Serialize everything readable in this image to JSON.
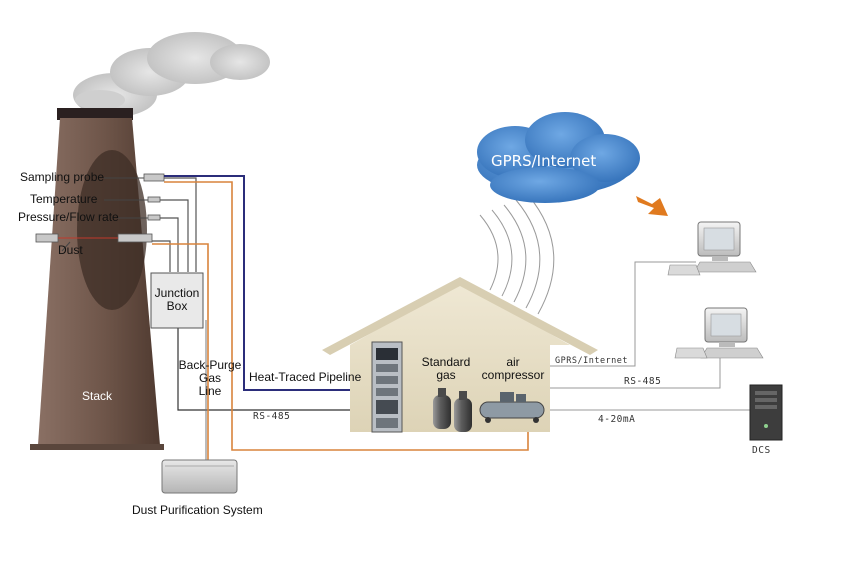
{
  "cloud": {
    "label": "GPRS/Internet"
  },
  "stack": {
    "label": "Stack",
    "sensors": {
      "sampling_probe": "Sampling probe",
      "temperature": "Temperature",
      "pressure_flow": "Pressure/Flow rate",
      "dust": "Dust"
    },
    "junction_box_line1": "Junction",
    "junction_box_line2": "Box"
  },
  "back_purge": {
    "line1": "Back-Purge",
    "line2": "Gas",
    "line3": "Line"
  },
  "pipeline": {
    "label": "Heat-Traced Pipeline"
  },
  "links": {
    "rs485_left": "RS-485",
    "gprs_internet": "GPRS/Internet",
    "rs485_right": "RS-485",
    "analog": "4-20mA"
  },
  "shelter": {
    "standard_gas_line1": "Standard",
    "standard_gas_line2": "gas",
    "air_compressor_line1": "air",
    "air_compressor_line2": "compressor"
  },
  "dcs": {
    "label": "DCS"
  },
  "dust_purification": {
    "label": "Dust Purification System"
  },
  "colors": {
    "stack_brown": "#6b5448",
    "pipeline_blue": "#2b2d7a",
    "back_purge_orange": "#d9843c",
    "cloud_blue": "#3b7fc8",
    "arrow_orange": "#e07a1f",
    "shelter_beige": "#e7dfc8"
  }
}
